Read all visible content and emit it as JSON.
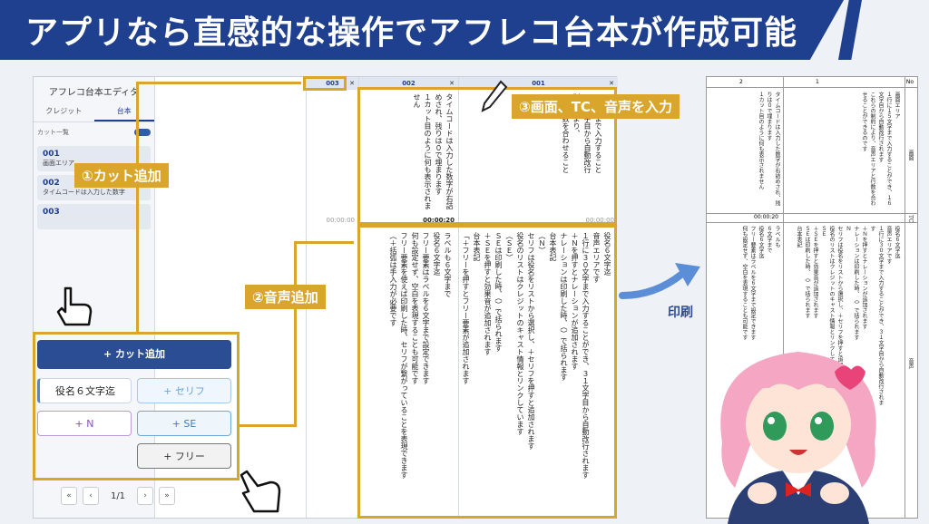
{
  "banner": {
    "title": "アプリなら直感的な操作でアフレコ台本が作成可能"
  },
  "sidebar": {
    "title": "アフレコ台本エディタ",
    "tabs": [
      {
        "label": "クレジット"
      },
      {
        "label": "台本"
      }
    ],
    "cut_list_label": "カット一覧",
    "cuts": [
      {
        "num": "001",
        "desc": "画面エリア"
      },
      {
        "num": "002",
        "desc": "タイムコードは入力した数字"
      },
      {
        "num": "003",
        "desc": ""
      }
    ],
    "add_cut_label": "+ カット追加",
    "buttons": {
      "role": "役名６文字迄",
      "serif": "+ セリフ",
      "n": "+ N",
      "se": "+ SE",
      "free": "+ フリー"
    },
    "pager": {
      "first": "«",
      "prev": "‹",
      "page": "1/1",
      "next": "›",
      "last": "»"
    }
  },
  "columns": [
    {
      "id": "003",
      "close": "✕",
      "screen_text": "",
      "tc": "00:00:00",
      "audio": ""
    },
    {
      "id": "002",
      "close": "✕",
      "screen_text": "タイムコードは入力した数字が右詰めされ、残りは０で埋まります\n１カット目のように何も表示されません",
      "tc": "00:00:20",
      "audio": "ラベルも６文字まで\n役名６文字迄\nフリー要素はラベルを６文字まで設定できます\n何も設定せず、空白を表現することも可能です\nフリー要素を使えば印刷した時、セリフが繋がっていることを表現できます（＋括弧は手入力が必要です"
    },
    {
      "id": "001",
      "close": "✕",
      "screen_text": "ア\n５文字まで入力すること\n１６文字目から自動改行\n制約により、\nアと行数を合わせること\nのです",
      "tc": "00:00:00",
      "audio": "役名６文字迄\n音声エリアです\n１行に３０文字まで入力することができ、３１文字目から自動改行されます\n＋Ｎを押すとナレーションが追加されます\nナレーションは印刷した時、（）で括られます\n台本表記\n（Ｎ）\nセリフは役名をリストから選択し、＋セリフを押すと追加されます\n役名のリストはクレジットのキャスト情報とリンクしています\n（ＳＥ）\nＳＥは印刷した時、（）で括られます\n＋ＳＥを押すと効果音が追加されます\n台本表記\n「＋フリーを押すとフリー要素が追加されます"
    }
  ],
  "callouts": {
    "cut_add": "①カット追加",
    "audio_add": "②音声追加",
    "screen_input": "③画面、TC、音声を入力"
  },
  "print": {
    "label": "印刷",
    "header_cells": [
      "2",
      "1",
      "No"
    ],
    "side_labels": [
      "画面",
      "TC",
      "音声"
    ],
    "tc": "00:00:20",
    "screen_text_1": "画面エリア\n１行に１５文字まで入力することができ、１６文字目から自動改行されます\nこれらの制約により、音声エリアと行数を合わせることができるのです",
    "screen_text_2": "タイムコードは入力した数字が右詰めされ、残りは０で埋まります\n１カット目のように何も表示されません",
    "audio_text_1": "役名６文字迄\n音声エリアです\n１行に３０文字まで入力することができ、３１文字目から自動改行されます\n＋Ｎを押すとナレーションが追加されます\nナレーションは印刷した時、（）で括られます\nＮ\nセリフは役名をリストから選択し、＋セリフを押すと追加されます\n役名のリストはクレジットのキャスト情報とリンクしています\nＳＥ\n＋ＳＥを押すと効果音が追加されます\nＳＥは印刷した時、（）で括られます\n台本表記",
    "audio_text_2": "ラベルも\n６文字まで\n役名６文字迄\nフリー要素はラベルを６文字まで設定できます\n何も設定せず、空白を表現することも可能です"
  },
  "colors": {
    "accent": "#1f3f8f",
    "highlight": "#d9a52a"
  }
}
